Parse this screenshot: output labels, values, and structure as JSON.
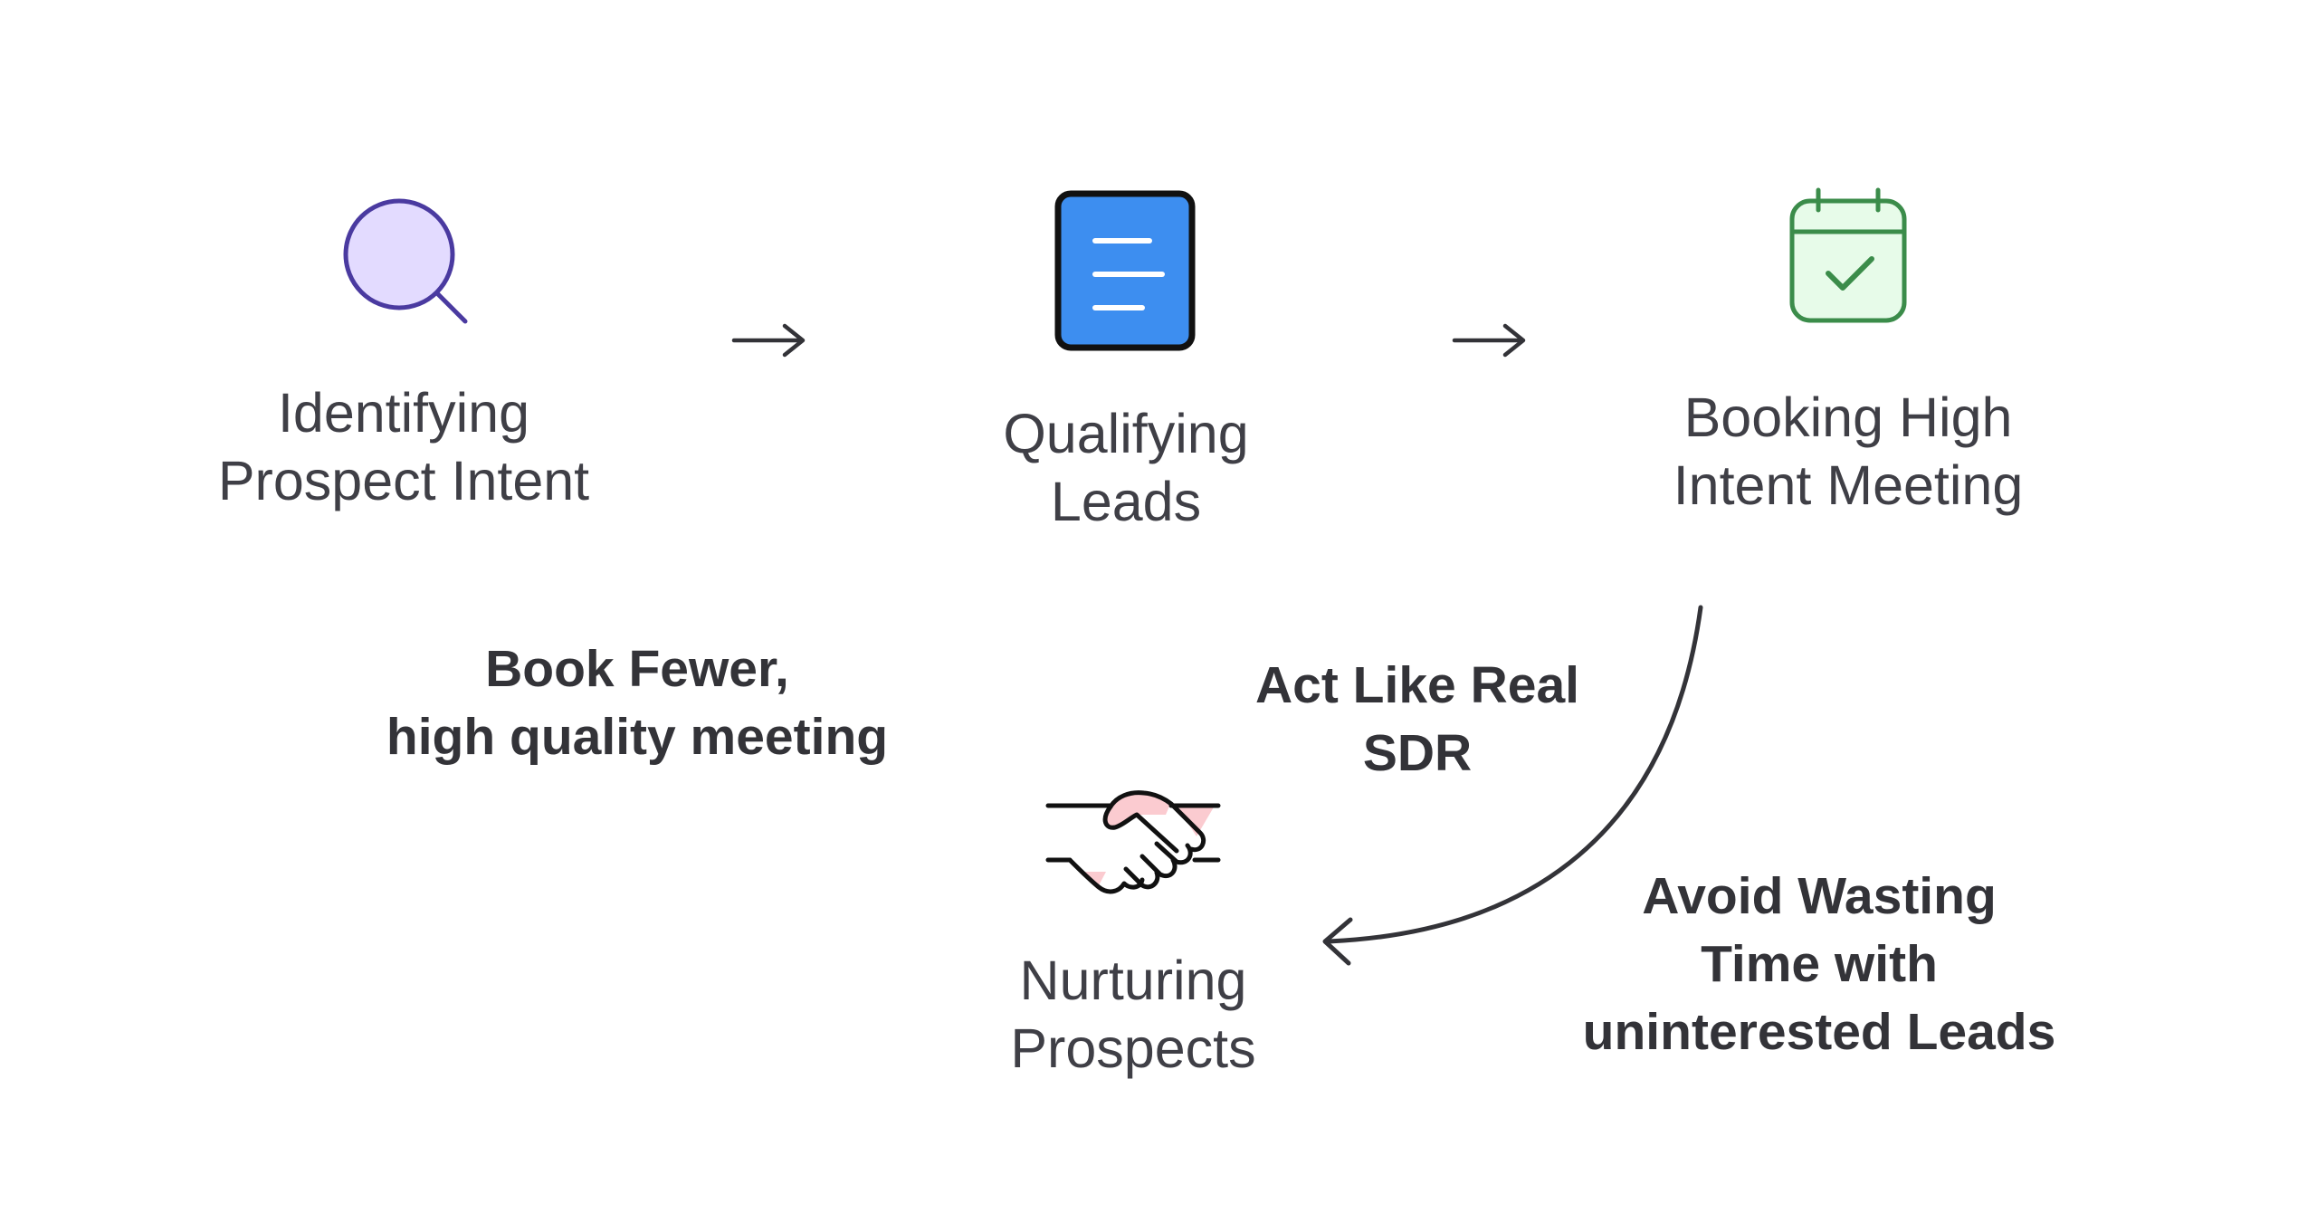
{
  "diagram": {
    "nodes": [
      {
        "id": "identifying",
        "lines": [
          "Identifying",
          "Prospect Intent"
        ],
        "icon": "magnifier-icon"
      },
      {
        "id": "qualifying",
        "lines": [
          "Qualifying",
          "Leads"
        ],
        "icon": "document-icon"
      },
      {
        "id": "booking",
        "lines": [
          "Booking High",
          "Intent Meeting"
        ],
        "icon": "calendar-check-icon"
      },
      {
        "id": "nurturing",
        "lines": [
          "Nurturing",
          "Prospects"
        ],
        "icon": "handshake-icon"
      }
    ],
    "notes": [
      {
        "id": "book-fewer",
        "lines": [
          "Book Fewer,",
          "high quality meeting"
        ]
      },
      {
        "id": "act-like-sdr",
        "lines": [
          "Act Like Real",
          "SDR"
        ]
      },
      {
        "id": "avoid-wasting",
        "lines": [
          "Avoid Wasting",
          "Time with",
          "uninterested Leads"
        ]
      }
    ],
    "connectors": [
      {
        "from": "identifying",
        "to": "qualifying",
        "style": "straight-arrow"
      },
      {
        "from": "qualifying",
        "to": "booking",
        "style": "straight-arrow"
      },
      {
        "from": "booking",
        "to": "nurturing",
        "style": "curved-arrow"
      }
    ],
    "colors": {
      "text": "#3f3f46",
      "note_text": "#333338",
      "arrow": "#333338",
      "magnifier_fill": "#e3dbff",
      "magnifier_stroke": "#4a3aa0",
      "document_fill": "#3d8ef0",
      "document_stroke": "#111111",
      "calendar_fill": "#e7fbe9",
      "calendar_stroke": "#3b8c4a",
      "handshake_fill": "#fbcbd0",
      "handshake_stroke": "#111111"
    }
  }
}
